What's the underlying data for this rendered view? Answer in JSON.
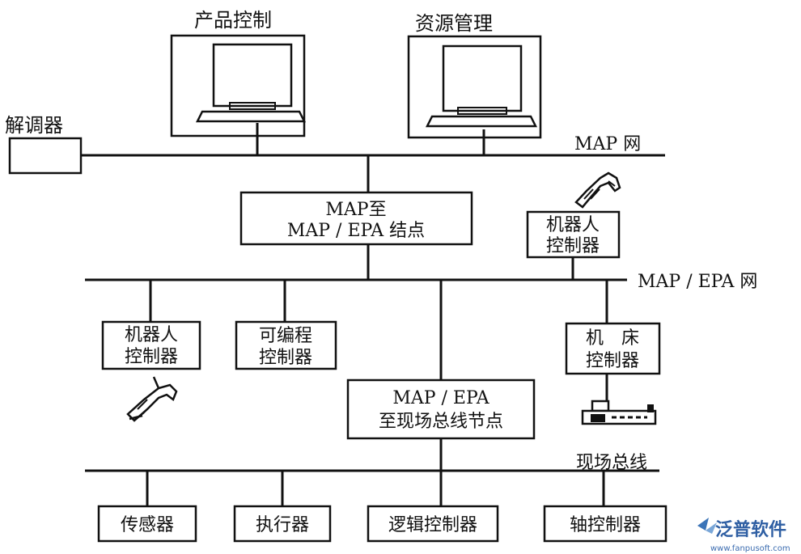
{
  "diagram": {
    "top_titles": {
      "product_control": "产品控制",
      "resource_management": "资源管理"
    },
    "modulator": "解调器",
    "networks": {
      "map": "MAP 网",
      "map_epa": "MAP / EPA 网",
      "fieldbus": "现场总线"
    },
    "nodes": {
      "map_to_map_epa_line1": "MAP至",
      "map_to_map_epa_line2": "MAP / EPA 结点",
      "robot_ctrl_top_line1": "机器人",
      "robot_ctrl_top_line2": "控制器",
      "robot_ctrl_left_line1": "机器人",
      "robot_ctrl_left_line2": "控制器",
      "plc_line1": "可编程",
      "plc_line2": "控制器",
      "machine_tool_line1": "机　床",
      "machine_tool_line2": "控制器",
      "map_epa_field_line1": "MAP / EPA",
      "map_epa_field_line2": "至现场总线节点"
    },
    "field_devices": {
      "sensor": "传感器",
      "actuator": "执行器",
      "logic_controller": "逻辑控制器",
      "axis_controller": "轴控制器"
    }
  },
  "watermark": {
    "brand": "泛普软件",
    "url": "www.fanpusoft.com"
  }
}
